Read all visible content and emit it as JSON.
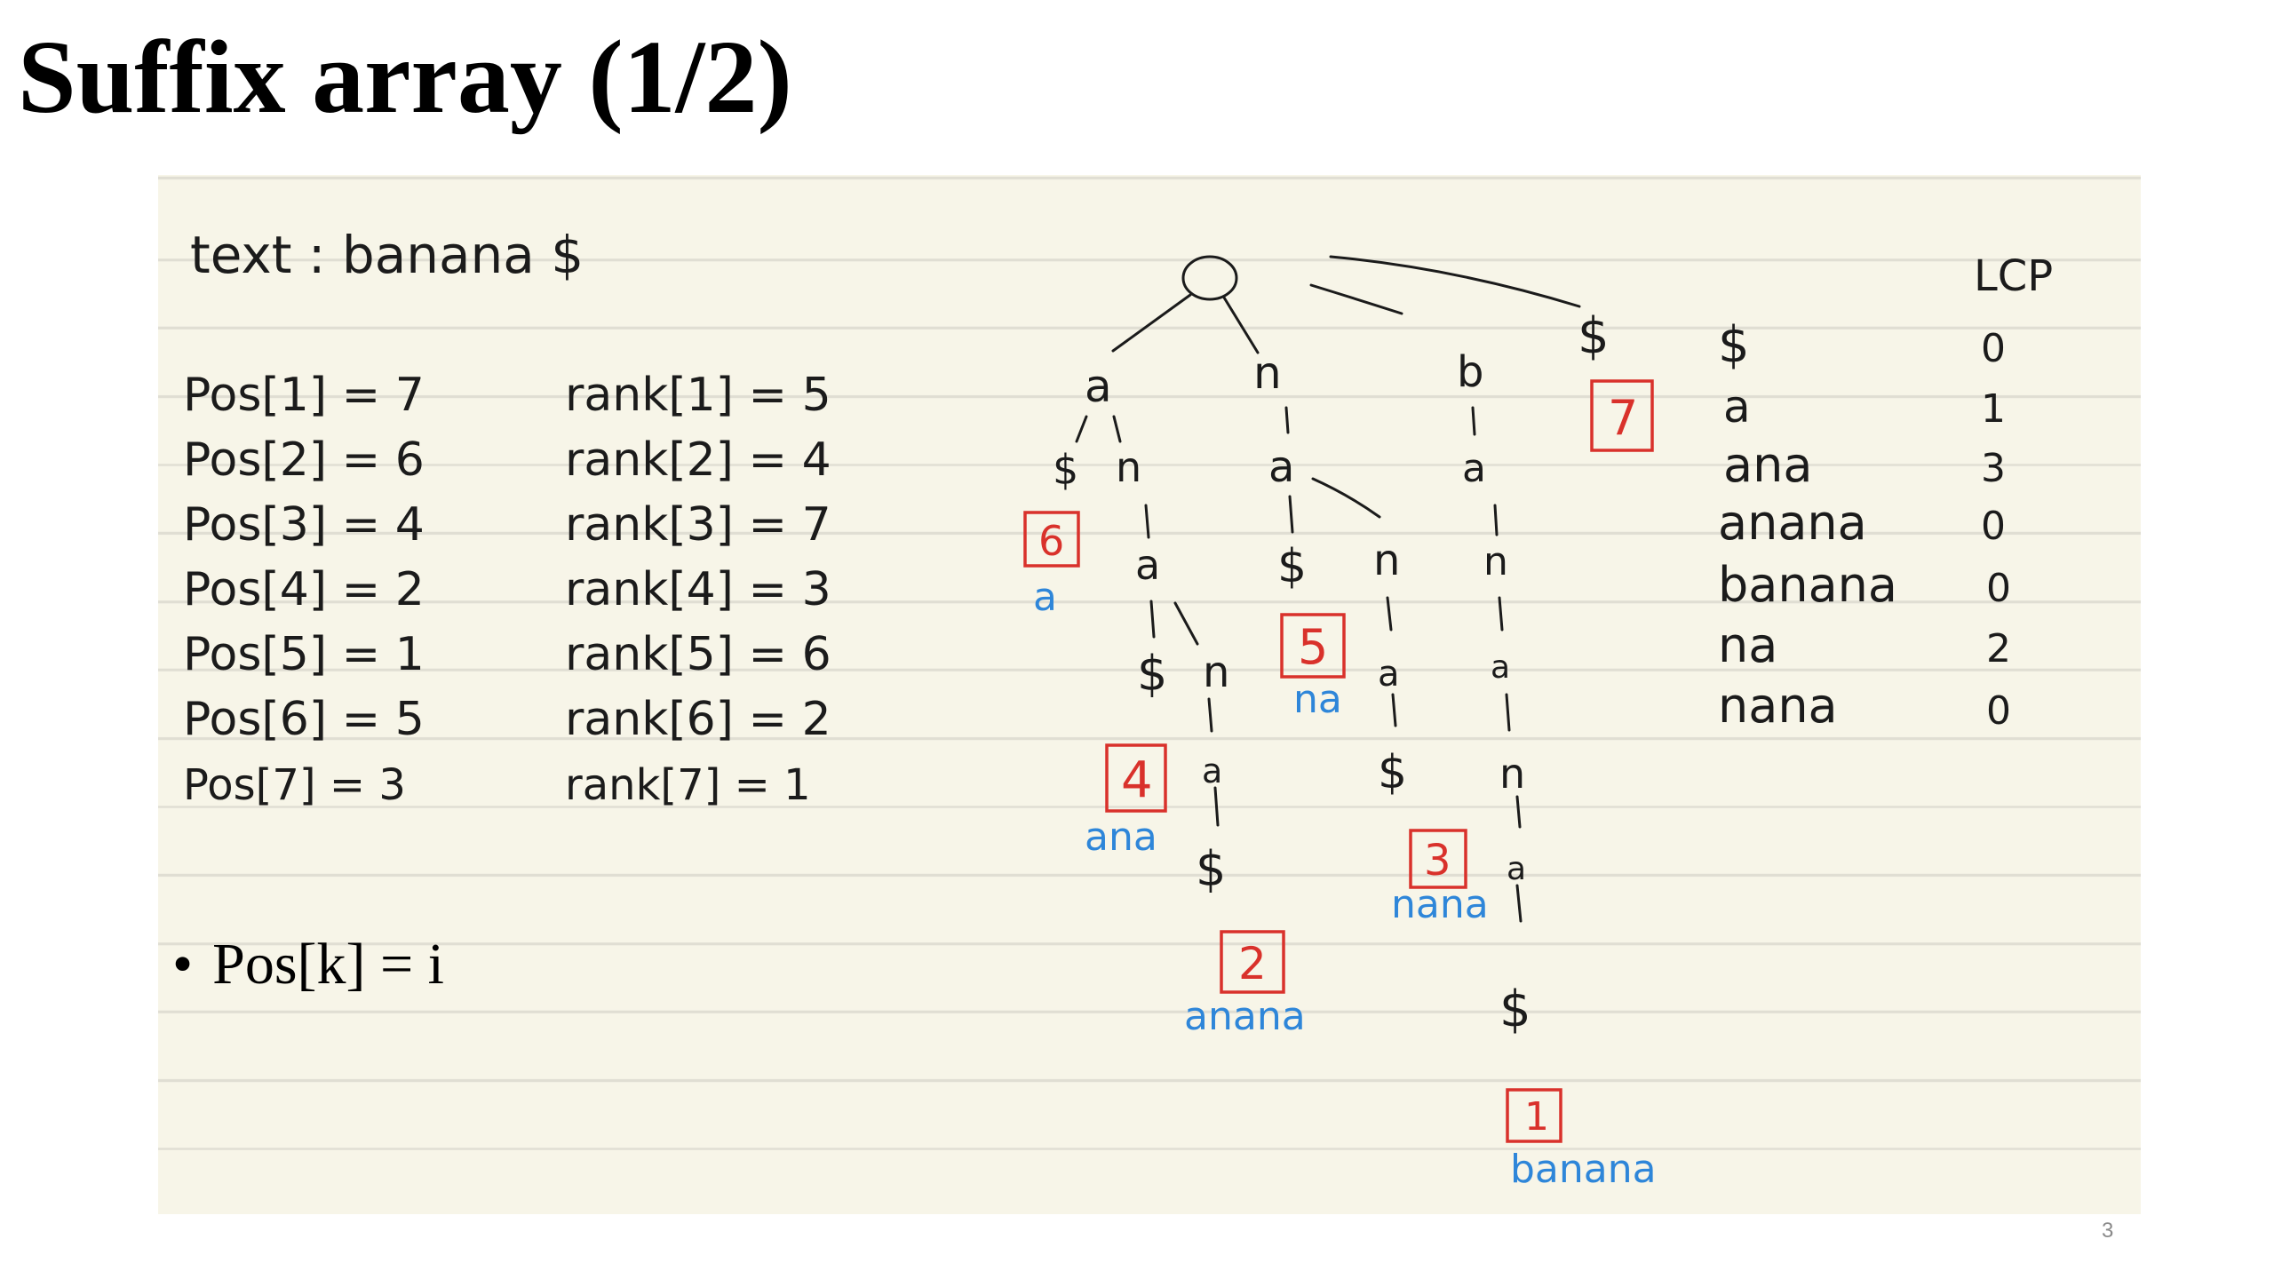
{
  "slide": {
    "title": "Suffix array (1/2)",
    "bullet": "Pos[k] = i",
    "page_number": "3"
  },
  "notes": {
    "text_line": "text : banana $",
    "pos": [
      "Pos[1] = 7",
      "Pos[2] = 6",
      "Pos[3] = 4",
      "Pos[4] = 2",
      "Pos[5] = 1",
      "Pos[6] = 5",
      "Pos[7] = 3"
    ],
    "rank": [
      "rank[1] = 5",
      "rank[2] = 4",
      "rank[3] = 7",
      "rank[4] = 3",
      "rank[5] = 6",
      "rank[6] = 2",
      "rank[7] = 1"
    ]
  },
  "tree": {
    "labels": {
      "a1": "a",
      "n1": "n",
      "b1": "b",
      "dollar_root": "$",
      "dollar_a": "$",
      "n_a": "n",
      "a_n": "a",
      "a_b": "a",
      "a_an": "a",
      "dollar_na": "$",
      "n_na": "n",
      "n_b": "n",
      "dollar_ana": "$",
      "n_ana": "n",
      "a_nan": "a",
      "a_ban": "a",
      "a_anan": "a",
      "dollar_nana": "$",
      "n_bana": "n",
      "dollar_anana": "$",
      "a_banan": "a",
      "dollar_banana": "$"
    },
    "leaves": [
      {
        "id": "leaf-7",
        "num": "7",
        "suffix": ""
      },
      {
        "id": "leaf-6",
        "num": "6",
        "suffix": "a"
      },
      {
        "id": "leaf-5",
        "num": "5",
        "suffix": "na"
      },
      {
        "id": "leaf-4",
        "num": "4",
        "suffix": "ana"
      },
      {
        "id": "leaf-3",
        "num": "3",
        "suffix": "nana"
      },
      {
        "id": "leaf-2",
        "num": "2",
        "suffix": "anana"
      },
      {
        "id": "leaf-1",
        "num": "1",
        "suffix": "banana"
      }
    ]
  },
  "lcp": {
    "header": "LCP",
    "rows": [
      {
        "suffix": "$",
        "value": "0"
      },
      {
        "suffix": "a",
        "value": "1"
      },
      {
        "suffix": "ana",
        "value": "3"
      },
      {
        "suffix": "anana",
        "value": "0"
      },
      {
        "suffix": "banana",
        "value": "0"
      },
      {
        "suffix": "na",
        "value": "2"
      },
      {
        "suffix": "nana",
        "value": "0"
      }
    ]
  },
  "colors": {
    "ink": "#1b1b1b",
    "leaf_number": "#d9312b",
    "suffix_label": "#2e86d9",
    "paper": "#f7f5e8"
  }
}
